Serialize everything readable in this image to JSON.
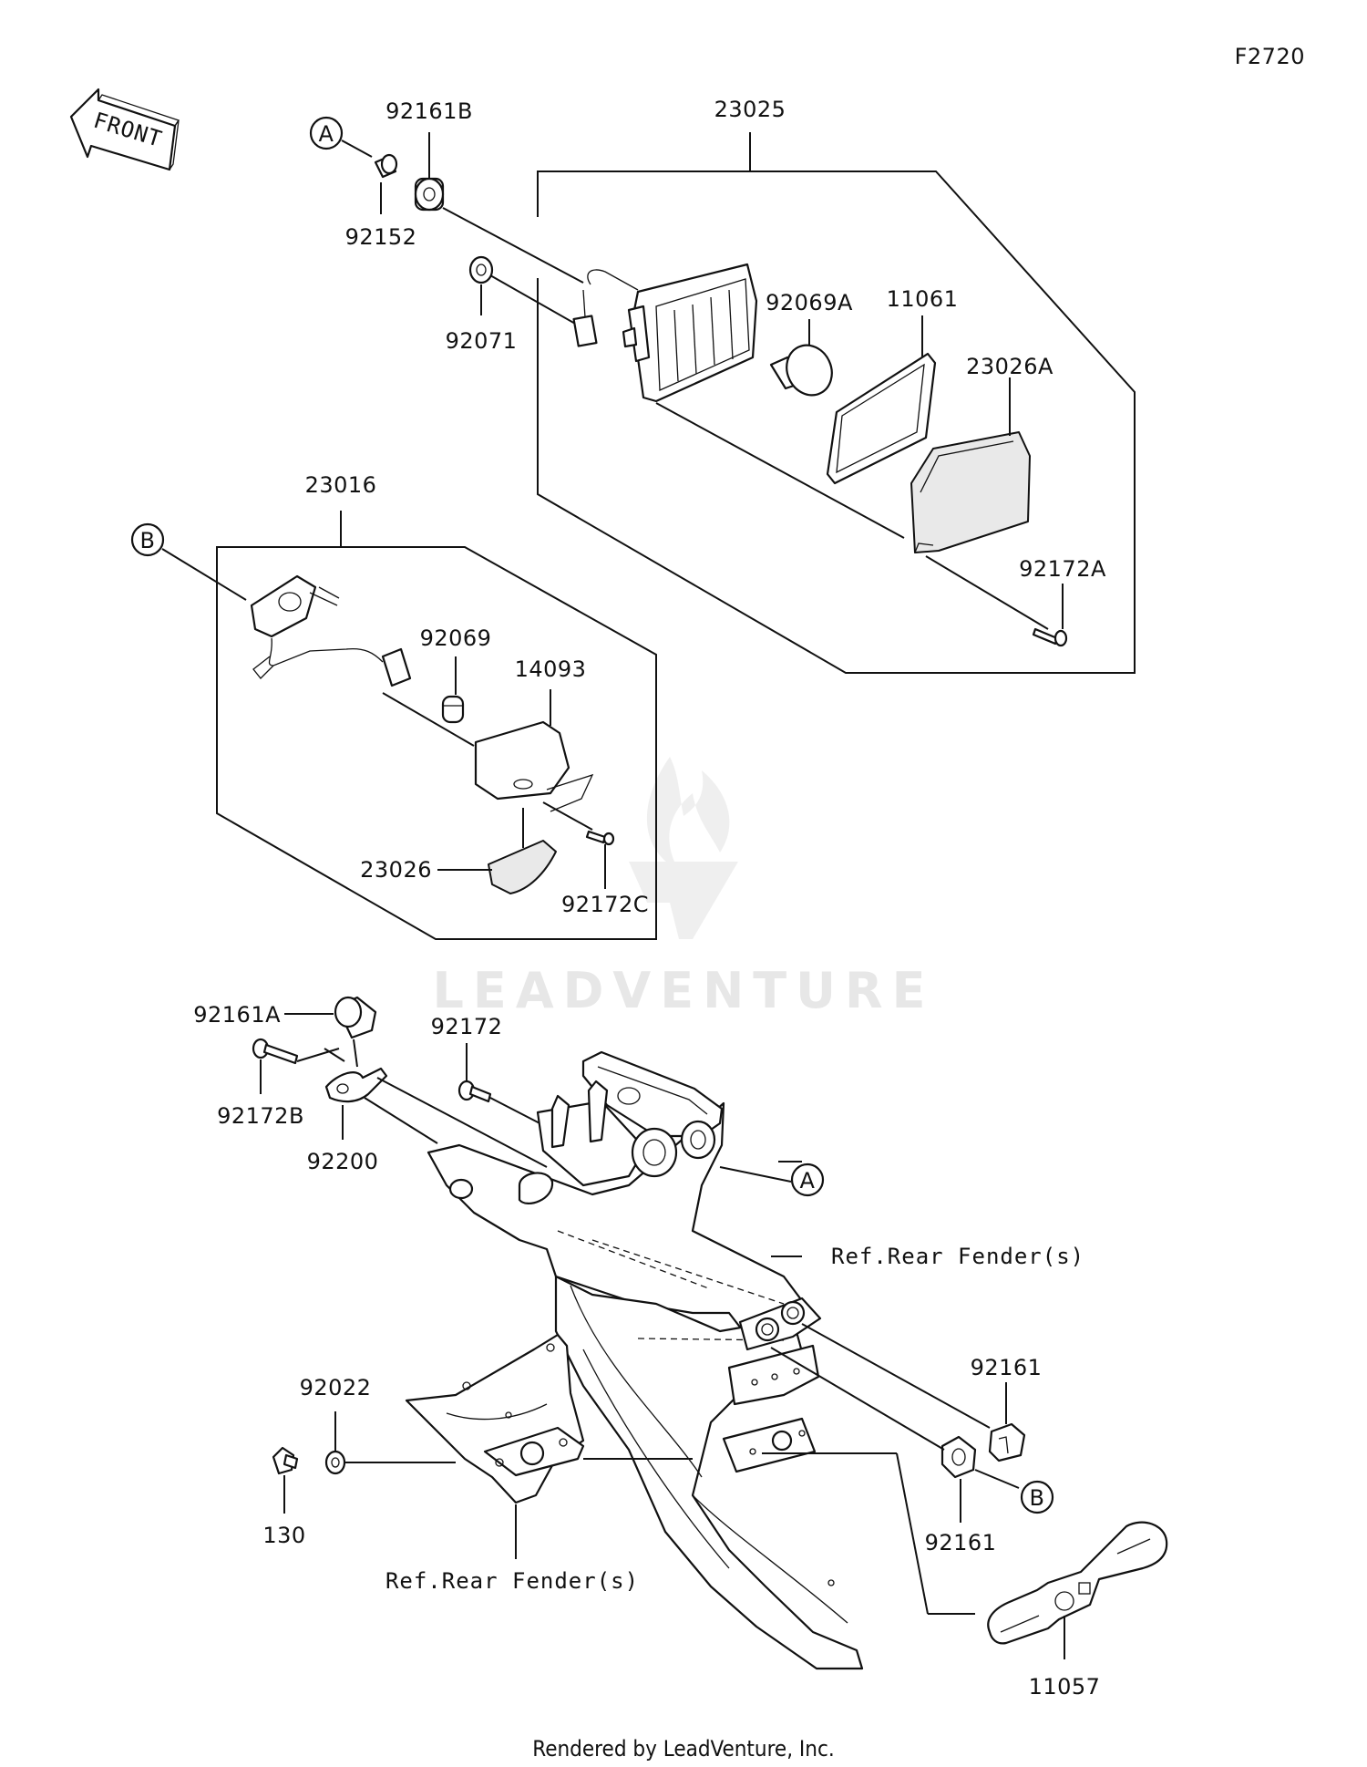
{
  "figure_code": "F2720",
  "front_label": "FRONT",
  "watermark": "LEADVENTURE",
  "footer": "Rendered by LeadVenture, Inc.",
  "callouts": {
    "a": "A",
    "b": "B"
  },
  "parts": {
    "p92161B": "92161B",
    "p92152": "92152",
    "p23025": "23025",
    "p92071": "92071",
    "p92069A": "92069A",
    "p11061": "11061",
    "p23026A": "23026A",
    "p92172A": "92172A",
    "p23016": "23016",
    "p92069": "92069",
    "p14093": "14093",
    "p23026": "23026",
    "p92172C": "92172C",
    "p92161A": "92161A",
    "p92172": "92172",
    "p92172B": "92172B",
    "p92200": "92200",
    "p92161_upper": "92161",
    "p92161_lower": "92161",
    "p92022": "92022",
    "p130": "130",
    "p11057": "11057"
  },
  "refs": {
    "rear_fender_upper": "Ref.Rear Fender(s)",
    "rear_fender_lower": "Ref.Rear Fender(s)"
  }
}
